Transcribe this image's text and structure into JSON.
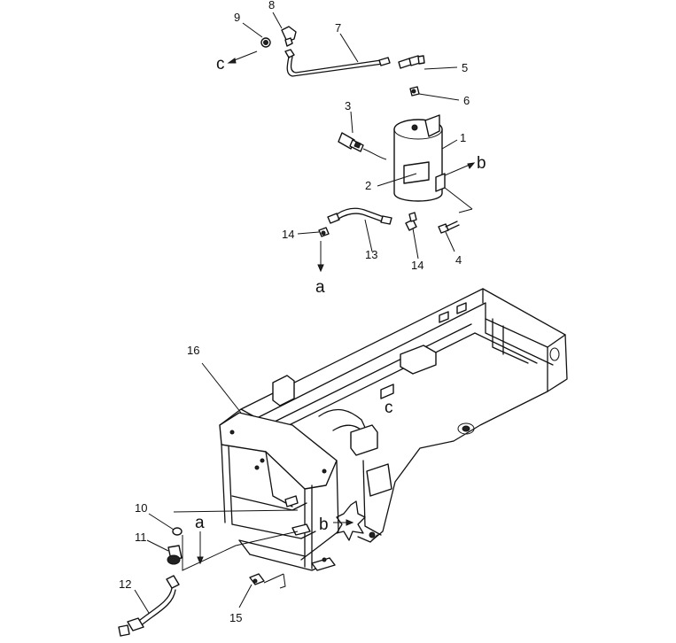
{
  "callouts": {
    "n1": "1",
    "n2": "2",
    "n3": "3",
    "n4": "4",
    "n5": "5",
    "n6": "6",
    "n7": "7",
    "n8": "8",
    "n9": "9",
    "n10": "10",
    "n11": "11",
    "n12": "12",
    "n13": "13",
    "n14a": "14",
    "n14b": "14",
    "n15": "15",
    "n16": "16"
  },
  "refs": {
    "c_top": "c",
    "b_right": "b",
    "a_mid": "a",
    "c_frame": "c",
    "b_frame": "b",
    "a_lower": "a"
  },
  "colors": {
    "line": "#111111",
    "background": "#ffffff"
  }
}
